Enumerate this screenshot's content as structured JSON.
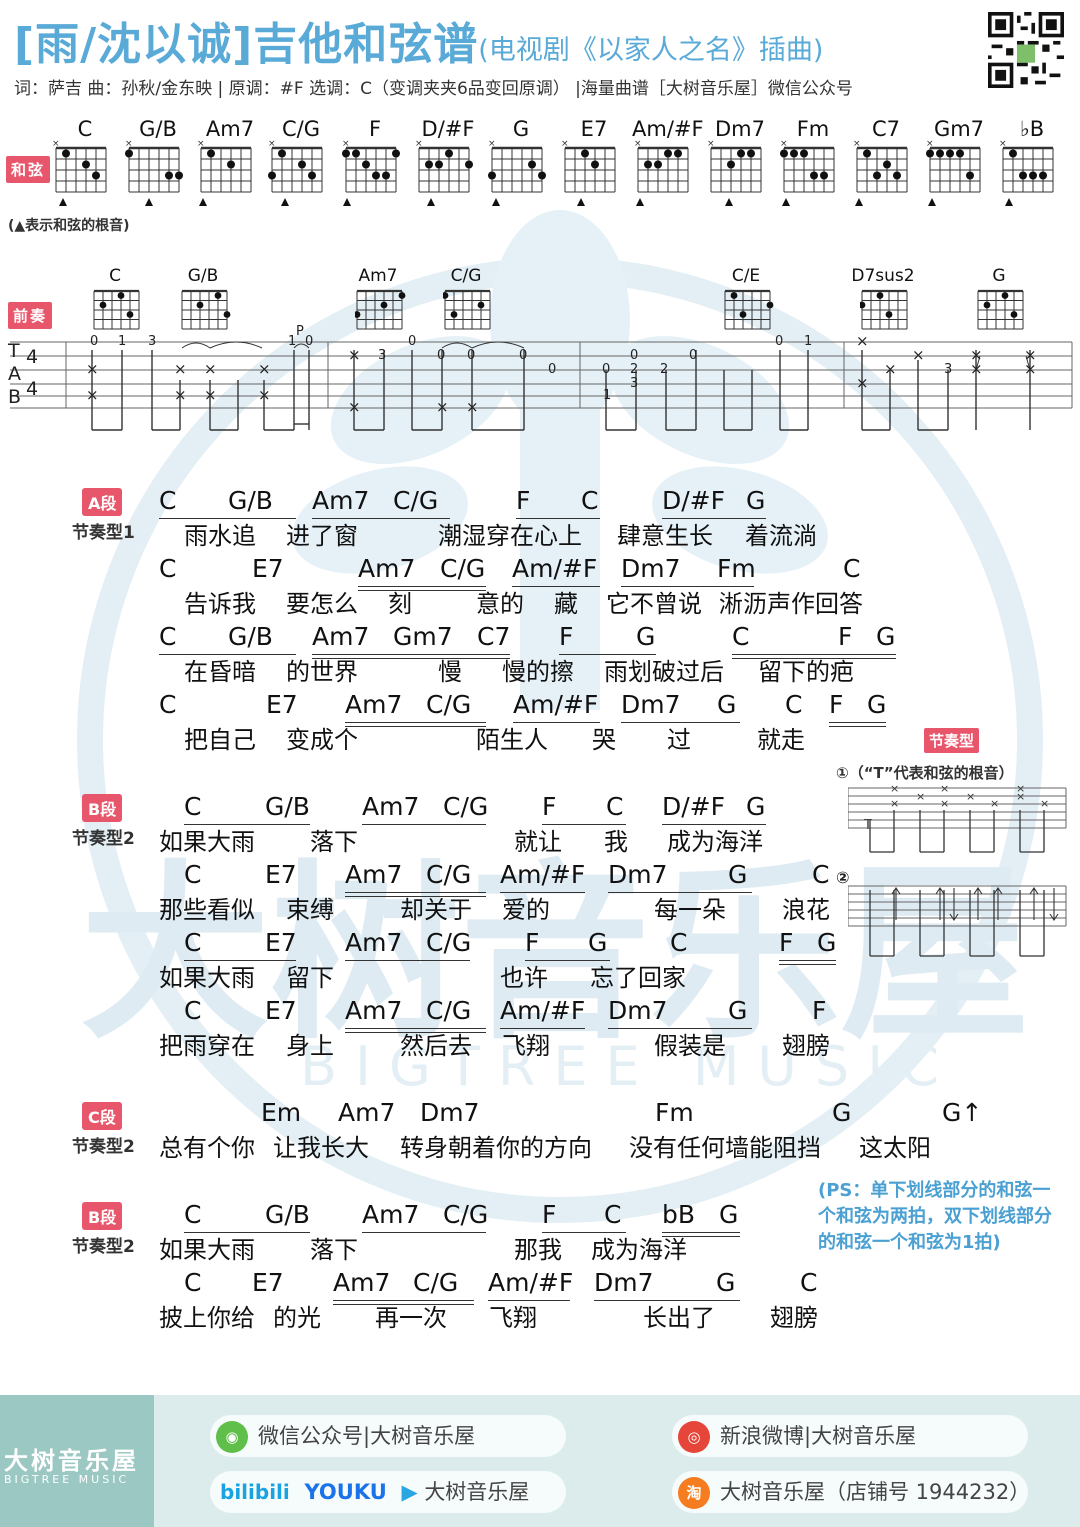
{
  "header": {
    "title": "[雨/沈以诚]吉他和弦谱",
    "subtitle": "(电视剧《以家人之名》插曲)",
    "credits": "词：萨吉  曲：孙秋/金东映 | 原调：#F  选调：C（变调夹夹6品变回原调） |海量曲谱［大树音乐屋］微信公众号"
  },
  "chord_panel": {
    "label": "和弦",
    "root_note": "(▲表示和弦的根音)",
    "chords": [
      "C",
      "G/B",
      "Am7",
      "C/G",
      "F",
      "D/#F",
      "G",
      "E7",
      "Am/#F",
      "Dm7",
      "Fm",
      "C7",
      "Gm7",
      "♭B"
    ]
  },
  "intro": {
    "label": "前奏",
    "chords": [
      "C",
      "G/B",
      "Am7",
      "C/G",
      "C/E",
      "D7sus2",
      "G"
    ],
    "time_sig": [
      "4",
      "4"
    ],
    "tab_letters": [
      "T",
      "A",
      "B"
    ],
    "technique": "P",
    "numbers": [
      "0",
      "1",
      "3",
      "1",
      "0",
      "3",
      "0",
      "0",
      "0",
      "0",
      "0",
      "0",
      "2",
      "3",
      "2",
      "0",
      "0",
      "1",
      "3",
      "1",
      "0"
    ]
  },
  "sections": [
    {
      "tag": "A段",
      "rhythm": "节奏型1",
      "lines": [
        {
          "chords": [
            "C",
            "G/B",
            "Am7",
            "C/G",
            "F",
            "C",
            "D/#F",
            "G"
          ],
          "lyrics": [
            "雨水追",
            "进了窗",
            "潮湿穿在心上",
            "肆意生长",
            "着流淌"
          ]
        },
        {
          "chords": [
            "C",
            "E7",
            "Am7",
            "C/G",
            "Am/#F",
            "Dm7",
            "Fm",
            "C"
          ],
          "lyrics": [
            "告诉我",
            "要怎么",
            "刻",
            "意的",
            "藏",
            "它不曾说",
            "淅沥声作回答"
          ]
        },
        {
          "chords": [
            "C",
            "G/B",
            "Am7",
            "Gm7",
            "C7",
            "F",
            "G",
            "C",
            "F",
            "G"
          ],
          "lyrics": [
            "在昏暗",
            "的世界",
            "慢",
            "慢的擦",
            "雨划破过后",
            "留下的疤"
          ]
        },
        {
          "chords": [
            "C",
            "E7",
            "Am7",
            "C/G",
            "Am/#F",
            "Dm7",
            "G",
            "C",
            "F",
            "G"
          ],
          "lyrics": [
            "把自己",
            "变成个",
            "陌生人",
            "哭",
            "过",
            "就走"
          ]
        }
      ]
    },
    {
      "tag": "B段",
      "rhythm": "节奏型2",
      "lines": [
        {
          "chords": [
            "C",
            "G/B",
            "Am7",
            "C/G",
            "F",
            "C",
            "D/#F",
            "G"
          ],
          "lyrics": [
            "如果大雨",
            "落下",
            "就让",
            "我",
            "成为海洋"
          ]
        },
        {
          "chords": [
            "C",
            "E7",
            "Am7",
            "C/G",
            "Am/#F",
            "Dm7",
            "G",
            "C"
          ],
          "lyrics": [
            "那些看似",
            "束缚",
            "却关于",
            "爱的",
            "每一朵",
            "浪花"
          ]
        },
        {
          "chords": [
            "C",
            "E7",
            "Am7",
            "C/G",
            "F",
            "G",
            "C",
            "F",
            "G"
          ],
          "lyrics": [
            "如果大雨",
            "留下",
            "也许",
            "忘了回家"
          ]
        },
        {
          "chords": [
            "C",
            "E7",
            "Am7",
            "C/G",
            "Am/#F",
            "Dm7",
            "G",
            "F"
          ],
          "lyrics": [
            "把雨穿在",
            "身上",
            "然后去",
            "飞翔",
            "假装是",
            "翅膀"
          ]
        }
      ]
    },
    {
      "tag": "C段",
      "rhythm": "节奏型2",
      "lines": [
        {
          "chords": [
            "Em",
            "Am7",
            "Dm7",
            "Fm",
            "G",
            "G↑"
          ],
          "lyrics": [
            "总有个你",
            "让我长大",
            "转身朝着你的方向",
            "没有任何墙能阻挡",
            "这太阳"
          ]
        }
      ]
    },
    {
      "tag": "B段",
      "rhythm": "节奏型2",
      "lines": [
        {
          "chords": [
            "C",
            "G/B",
            "Am7",
            "C/G",
            "F",
            "C",
            "bB",
            "G"
          ],
          "lyrics": [
            "如果大雨",
            "落下",
            "那我",
            "成为海洋"
          ]
        },
        {
          "chords": [
            "C",
            "E7",
            "Am7",
            "C/G",
            "Am/#F",
            "Dm7",
            "G",
            "C"
          ],
          "lyrics": [
            "披上你给",
            "的光",
            "再一次",
            "飞翔",
            "长出了",
            "翅膀"
          ]
        }
      ]
    }
  ],
  "rhythm_panel": {
    "label": "节奏型",
    "note1": "①（“T”代表和弦的根音）",
    "note2": "②",
    "t_mark": "T"
  },
  "ps_note": "(PS：单下划线部分的和弦一个和弦为两拍，双下划线部分的和弦一个和弦为1拍)",
  "watermark": {
    "cn": "大树音乐屋",
    "en": "BIGTREE MUSIC"
  },
  "footer": {
    "brand_cn": "大树音乐屋",
    "brand_en": "BIGTREE MUSIC",
    "wechat": "微信公众号|大树音乐屋",
    "weibo": "新浪微博|大树音乐屋",
    "video_bili": "bilibili",
    "video_youku": "YOUKU",
    "video_name": "大树音乐屋",
    "shop": "大树音乐屋（店铺号 1944232）"
  },
  "colors": {
    "accent": "#5aaad8",
    "tag": "#e8566b",
    "footer": "#dcecec",
    "footer_brand": "#9bc8c2"
  }
}
